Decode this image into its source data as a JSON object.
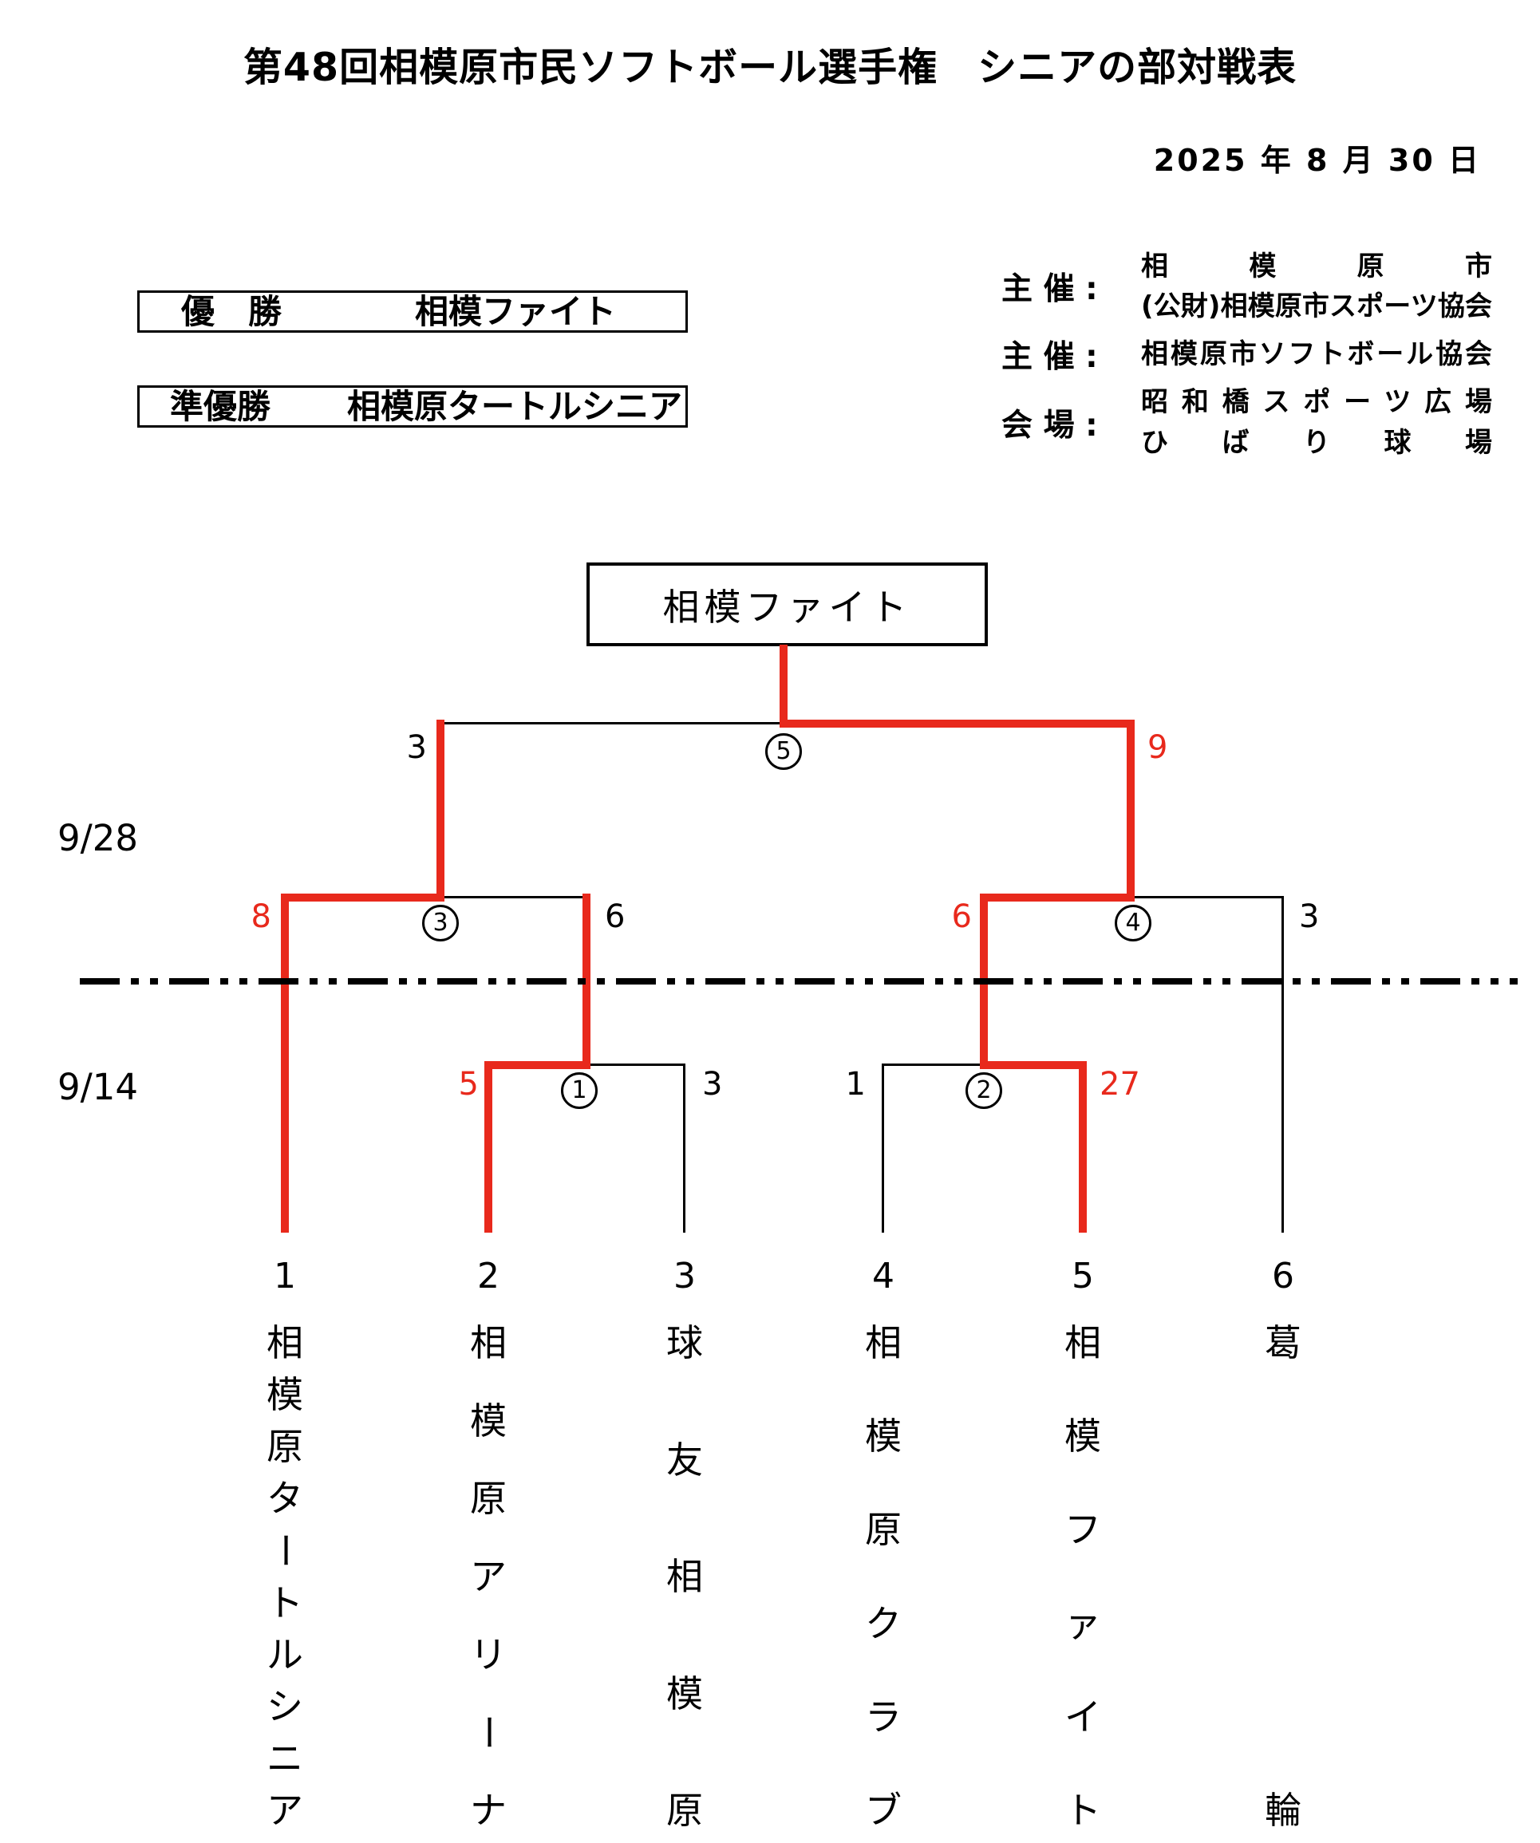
{
  "page": {
    "title": "第48回相模原市民ソフトボール選手権　シニアの部対戦表",
    "date": "2025 年 8 月 30 日"
  },
  "results": {
    "champion_label": "優　勝",
    "champion": "相模ファイト",
    "runner_up_label": "準優勝",
    "runner_up": "相模原タートルシニア"
  },
  "info": [
    {
      "label": "主 催 :",
      "lines": [
        "相模原市",
        "(公財)相模原市スポーツ協会"
      ]
    },
    {
      "label": "主 催 :",
      "lines": [
        "相模原市ソフトボール協会"
      ]
    },
    {
      "label": "会 場 :",
      "lines": [
        "昭和橋スポーツ広場",
        "ひばり球場"
      ]
    }
  ],
  "bracket": {
    "winner_box": "相模ファイト",
    "round_labels": [
      "9/28",
      "9/14"
    ],
    "teams": [
      {
        "number": "1",
        "name": "相模原タートルシニア"
      },
      {
        "number": "2",
        "name": "相模原アリーナ"
      },
      {
        "number": "3",
        "name": "球友相模原"
      },
      {
        "number": "4",
        "name": "相模原クラブ"
      },
      {
        "number": "5",
        "name": "相模ファイト"
      },
      {
        "number": "6",
        "name": "葛輪"
      }
    ],
    "matches": [
      {
        "id": "1",
        "round": "9/14",
        "left_score": "5",
        "right_score": "3",
        "winner": "left"
      },
      {
        "id": "2",
        "round": "9/14",
        "left_score": "1",
        "right_score": "27",
        "winner": "right"
      },
      {
        "id": "3",
        "round": "9/28",
        "left_score": "8",
        "right_score": "6",
        "winner": "left"
      },
      {
        "id": "4",
        "round": "9/28",
        "left_score": "6",
        "right_score": "3",
        "winner": "left"
      },
      {
        "id": "5",
        "round": "final",
        "left_score": "3",
        "right_score": "9",
        "winner": "right"
      }
    ],
    "colors": {
      "winner_path": "#e8291c",
      "line": "#000000"
    }
  }
}
